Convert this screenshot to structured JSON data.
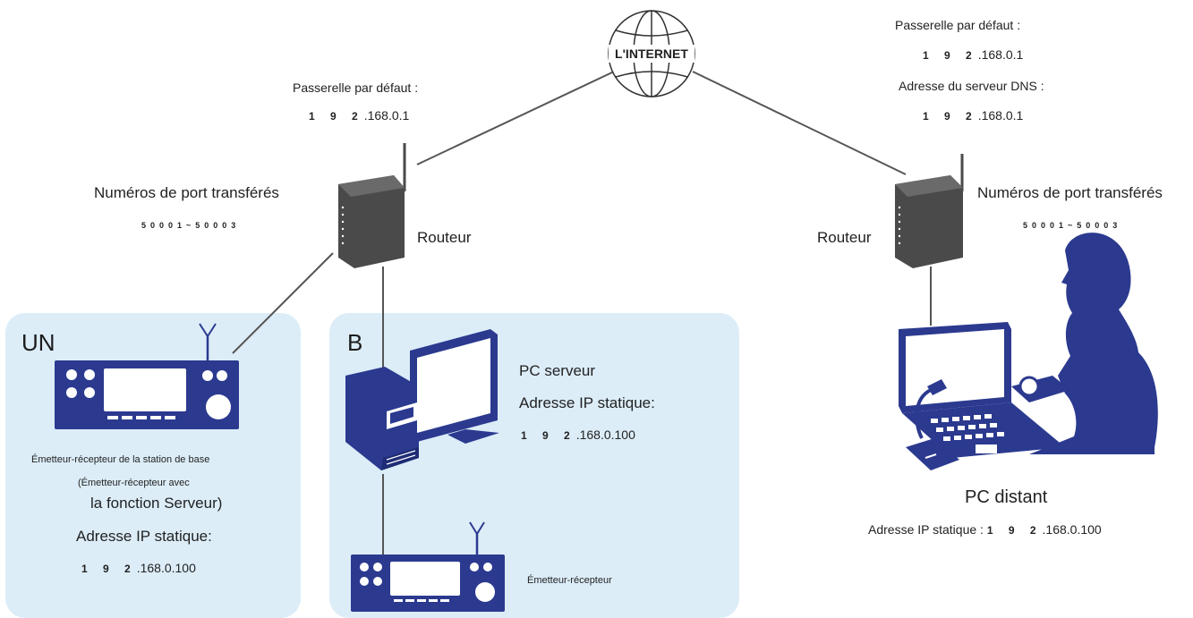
{
  "internet": {
    "label": "L'INTERNET"
  },
  "left_router": {
    "gateway_label": "Passerelle par défaut :",
    "gateway_ip_prefix": "1 9 2",
    "gateway_ip_suffix": ".168.0.1",
    "ports_label": "Numéros de port transférés",
    "ports_value": "50001~50003",
    "router_label": "Routeur"
  },
  "right_router": {
    "gateway_label": "Passerelle par défaut :",
    "gateway_ip_prefix": "1 9 2",
    "gateway_ip_suffix": ".168.0.1",
    "dns_label": "Adresse du serveur DNS :",
    "dns_ip_prefix": "1 9 2",
    "dns_ip_suffix": ".168.0.1",
    "ports_label": "Numéros de port transférés",
    "ports_value": "50001~50003",
    "router_label": "Routeur"
  },
  "panel_a": {
    "letter": "UN",
    "device_label": "Émetteur-récepteur de la station de base",
    "note_line1": "(Émetteur-récepteur avec",
    "note_line2": "la fonction Serveur)",
    "ip_label": "Adresse IP statique:",
    "ip_prefix": "1 9 2",
    "ip_suffix": ".168.0.100"
  },
  "panel_b": {
    "letter": "B",
    "pc_label": "PC serveur",
    "ip_label": "Adresse IP statique:",
    "ip_prefix": "1 9 2",
    "ip_suffix": ".168.0.100",
    "transceiver_label": "Émetteur-récepteur"
  },
  "remote": {
    "pc_label": "PC distant",
    "ip_label": "Adresse IP statique :",
    "ip_prefix": "1 9 2",
    "ip_suffix": ".168.0.100"
  },
  "colors": {
    "panel_bg": "#dcedf8",
    "device_blue": "#2b3a8f",
    "router_gray": "#4a4a4a",
    "line_gray": "#555555"
  }
}
